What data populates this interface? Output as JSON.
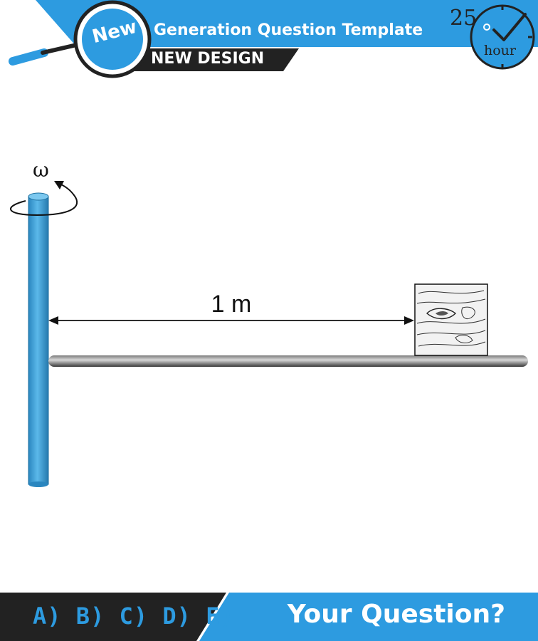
{
  "header": {
    "badge": "New",
    "title": "Generation Question Template",
    "subtitle": "NEW DESIGN",
    "timer_number": "25",
    "timer_unit": "hour"
  },
  "diagram": {
    "angular_velocity_symbol": "ω",
    "distance_label": "1 m"
  },
  "footer": {
    "answer_choices": "A) B) C) D) E)",
    "prompt": "Your Question?"
  },
  "colors": {
    "accent_blue": "#2d9be0",
    "dark_band": "#222222"
  },
  "icons": [
    "magnifier-icon",
    "clock-check-icon",
    "rotation-arrow-icon"
  ]
}
